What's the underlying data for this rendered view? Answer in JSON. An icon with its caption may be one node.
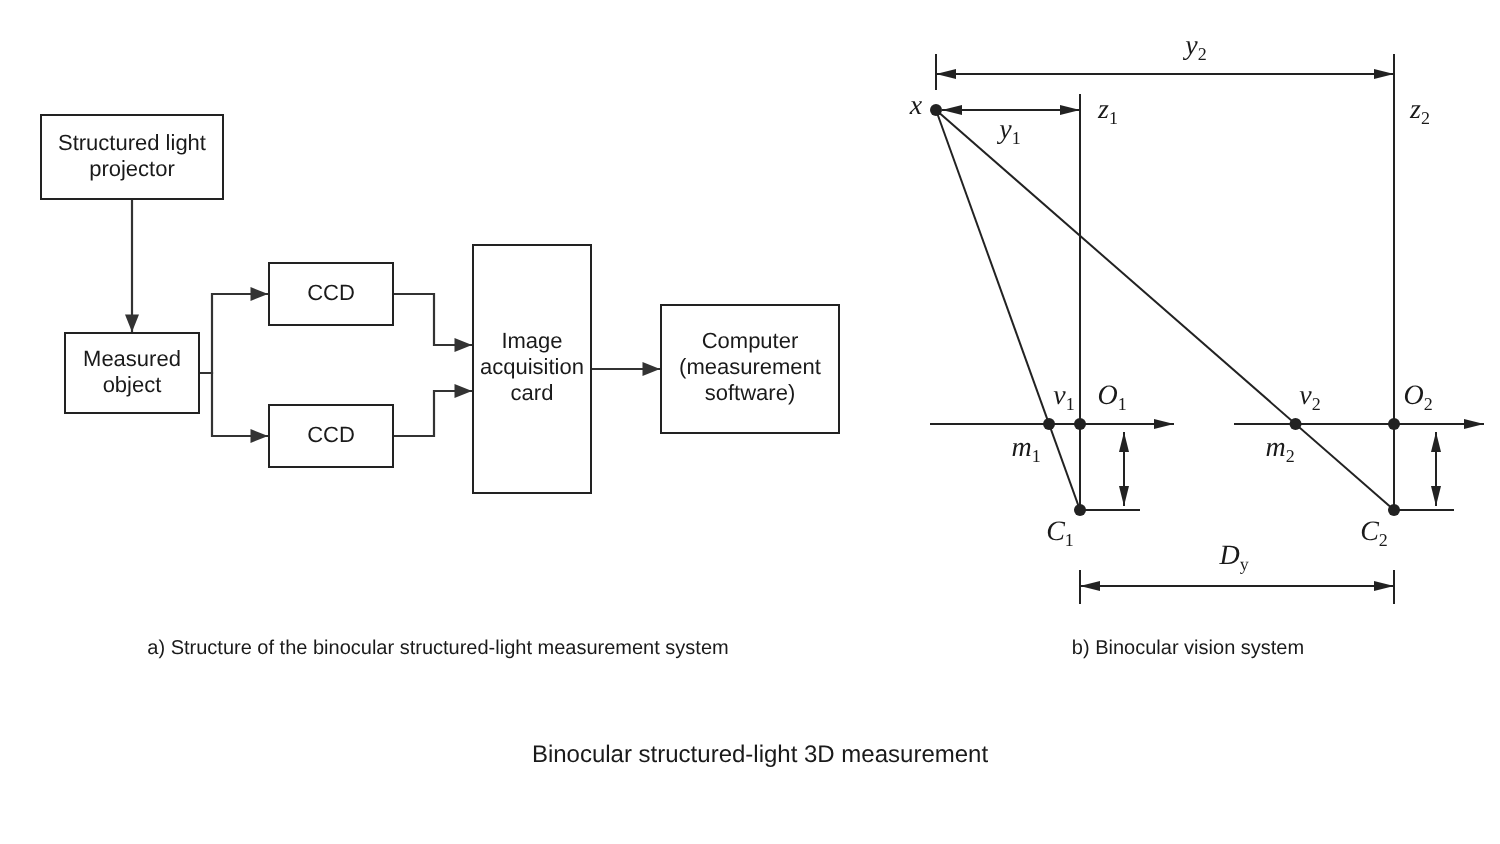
{
  "diagram": {
    "caption": "Binocular structured-light 3D measurement",
    "nodes": [
      {
        "text": [
          "Structured light projector"
        ]
      },
      {
        "text": [
          "Measured object"
        ]
      },
      {
        "text": [
          "CCD"
        ]
      },
      {
        "text": [
          "CCD"
        ]
      },
      {
        "text": [
          "Image acquisition card"
        ]
      },
      {
        "text": [
          "Computer (measurement software)"
        ]
      }
    ],
    "edges": [
      {
        "from": 0,
        "to": 1,
        "arrow": "to"
      },
      {
        "from": 1,
        "to": 2,
        "arrow": "to"
      },
      {
        "from": 1,
        "to": 3,
        "arrow": "to"
      },
      {
        "from": 2,
        "to": 4,
        "arrow": "to"
      },
      {
        "from": 3,
        "to": 4,
        "arrow": "to"
      },
      {
        "from": 4,
        "to": 5,
        "arrow": "to"
      }
    ],
    "labels": [
      "y$_{2}$",
      "x",
      "z$_{1}$",
      "z$_{2}$",
      "y$_{1}$",
      "v$_{1}$",
      "O$_{1}$",
      "v$_{2}$",
      "O$_{2}$",
      "m$_{1}$",
      "m$_{2}$",
      "C$_{1}$",
      "C$_{2}$",
      "D$_{y}$",
      "a) Structure of the binocular structured-light measurement system",
      "b) Binocular vision system"
    ]
  }
}
